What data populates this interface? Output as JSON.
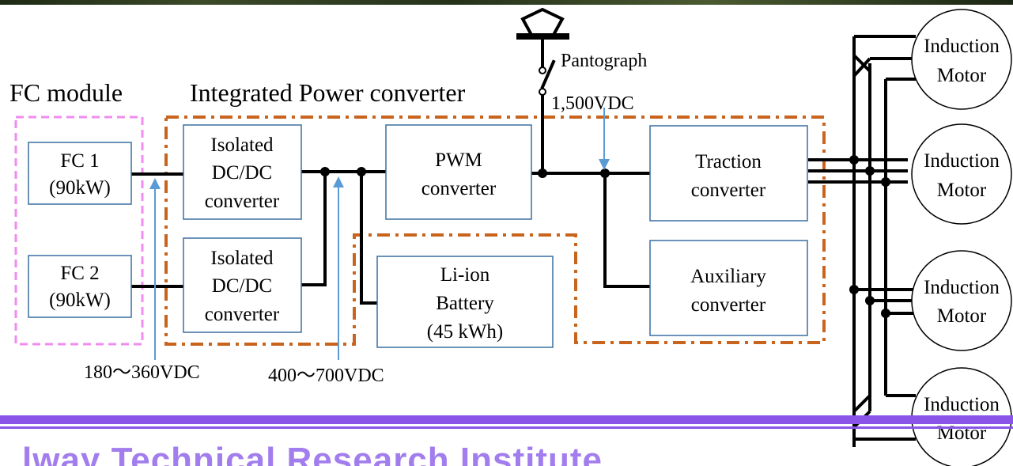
{
  "titles": {
    "fc_module": "FC module",
    "power_converter": "Integrated Power converter"
  },
  "boxes": {
    "fc1": [
      "FC 1",
      "(90kW)"
    ],
    "fc2": [
      "FC 2",
      "(90kW)"
    ],
    "dcdc1": [
      "Isolated",
      "DC/DC",
      "converter"
    ],
    "dcdc2": [
      "Isolated",
      "DC/DC",
      "converter"
    ],
    "pwm": [
      "PWM",
      "converter"
    ],
    "battery": [
      "Li-ion",
      "Battery",
      "(45 kWh)"
    ],
    "traction": [
      "Traction",
      "converter"
    ],
    "auxiliary": [
      "Auxiliary",
      "converter"
    ]
  },
  "annotations": {
    "pantograph": "Pantograph",
    "v1500": "1,500VDC",
    "v180_360": "180～360VDC",
    "v400_700": "400～700VDC"
  },
  "motors": [
    [
      "Induction",
      "Motor"
    ],
    [
      "Induction",
      "Motor"
    ],
    [
      "Induction",
      "Motor"
    ],
    [
      "Induction",
      "Motor"
    ]
  ],
  "footer": {
    "institute": "lway Technical Research Institute"
  },
  "colors": {
    "fc_frame": "#f08cf0",
    "converter_frame": "#c8641e",
    "box_border": "#3a6fa0",
    "arrow": "#5b9bd5",
    "footer": "#8a54e8"
  }
}
